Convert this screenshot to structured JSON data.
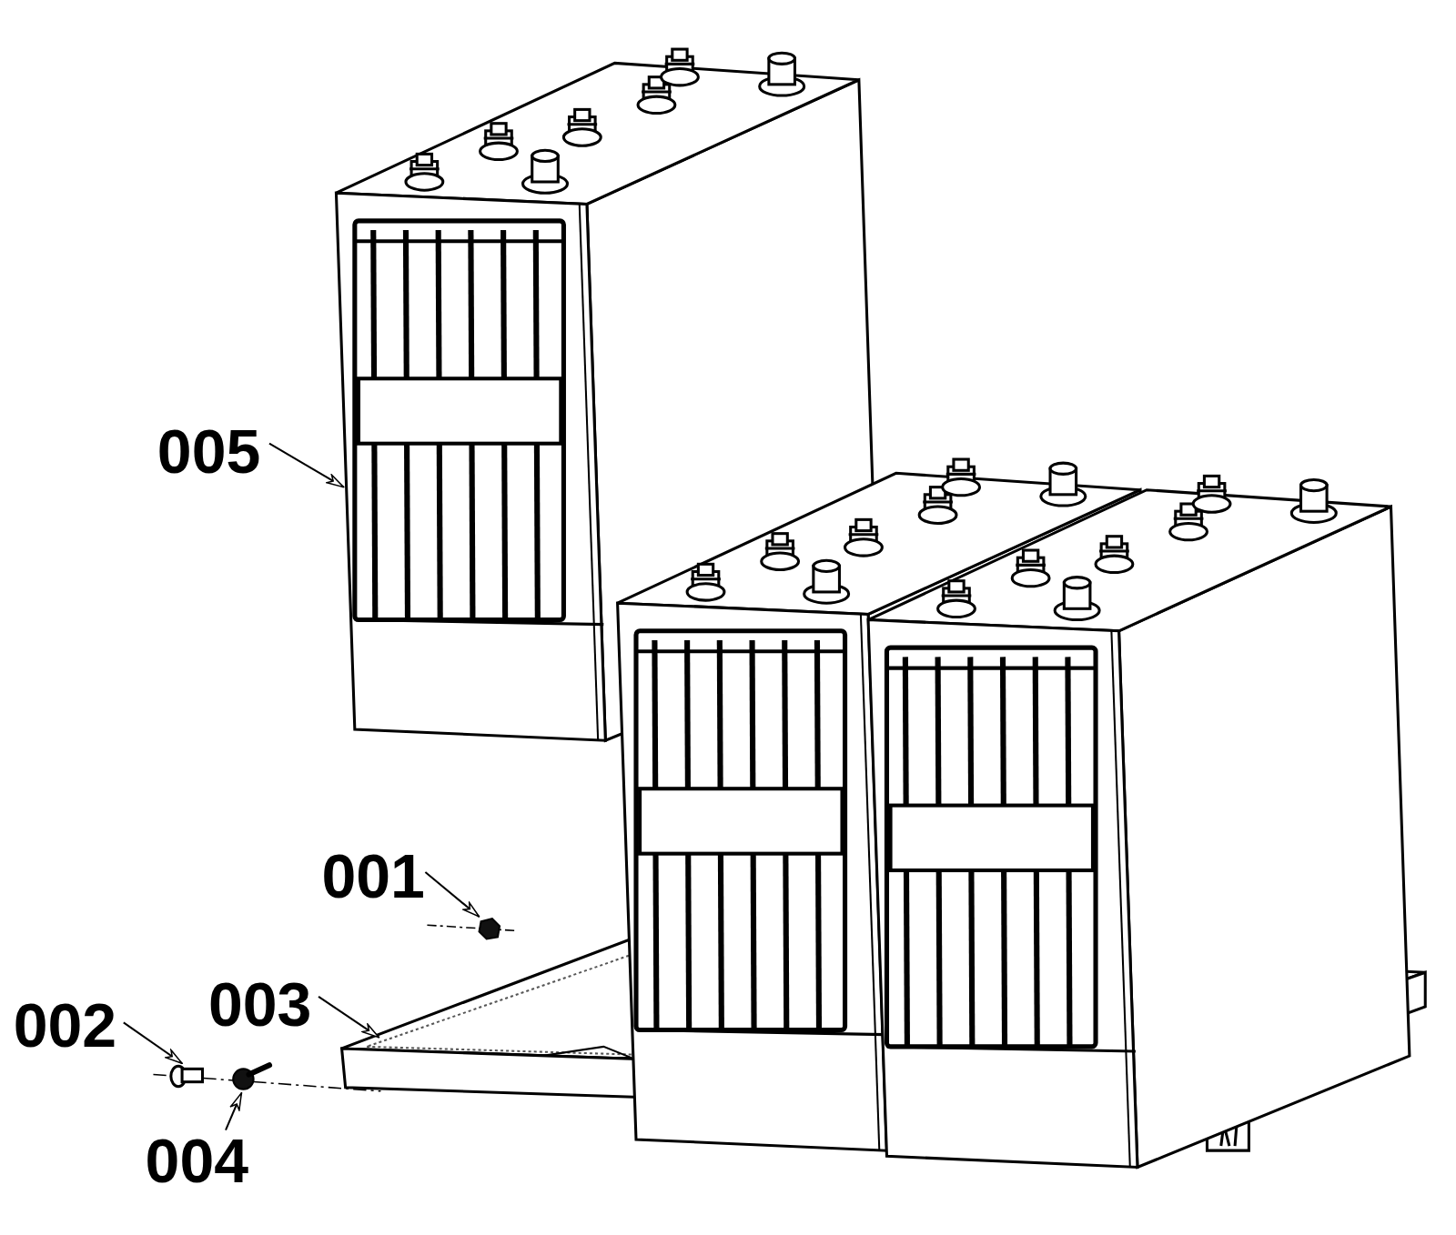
{
  "diagram": {
    "labels": [
      "005",
      "001",
      "003",
      "002",
      "004"
    ]
  }
}
